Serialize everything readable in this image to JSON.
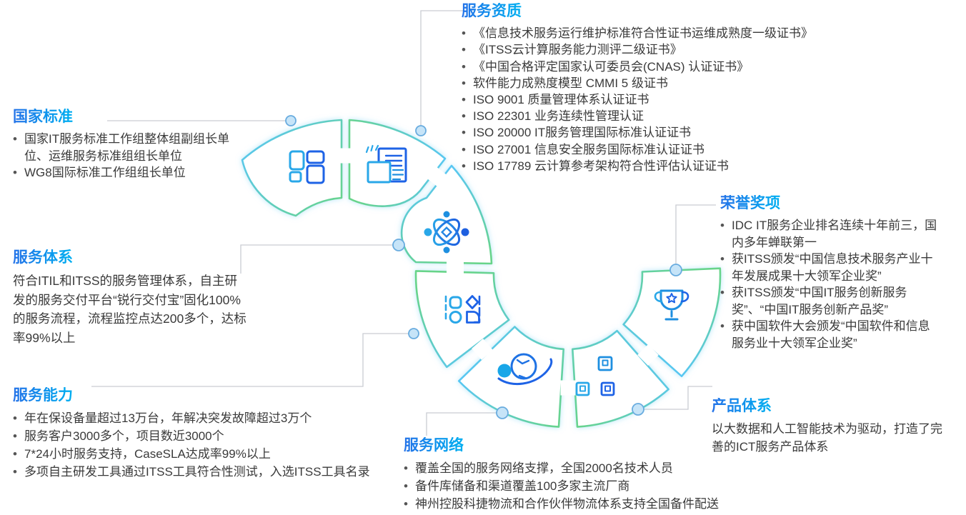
{
  "bullet_char": "•",
  "colors": {
    "accent_blue": "#0C9BE8",
    "heading_gradient_start": "#2472E8",
    "heading_gradient_end": "#00ACF0",
    "body_text": "#3A3A3A",
    "wedge_cyan": "#58C7F3",
    "wedge_green": "#68D489",
    "icon_cyan": "#29A7E8",
    "icon_blue": "#1E63E6",
    "connector_gray": "#C9CCD2",
    "dot_fill": "#C6E4F8",
    "dot_stroke": "#69ACDF"
  },
  "sections": {
    "service_qualifications": {
      "title": "服务资质",
      "items": [
        "《信息技术服务运行维护标准符合性证书运维成熟度一级证书》",
        "《ITSS云计算服务能力测评二级证书》",
        "《中国合格评定国家认可委员会(CNAS) 认证证书》",
        "软件能力成熟度模型 CMMI 5 级证书",
        "ISO 9001 质量管理体系认证证书",
        "ISO 22301 业务连续性管理认证",
        "ISO 20000 IT服务管理国际标准认证证书",
        "ISO 27001 信息安全服务国际标准认证证书",
        "ISO 17789 云计算参考架构符合性评估认证证书"
      ]
    },
    "national_standards": {
      "title": "国家标准",
      "items": [
        "国家IT服务标准工作组整体组副组长单位、运维服务标准组组长单位",
        "WG8国际标准工作组组长单位"
      ]
    },
    "service_system": {
      "title": "服务体系",
      "paragraph": "符合ITIL和ITSS的服务管理体系，自主研发的服务交付平台“锐行交付宝”固化100%的服务流程，流程监控点达200多个，达标率99%以上"
    },
    "service_capability": {
      "title": "服务能力",
      "items": [
        "年在保设备量超过13万台，年解决突发故障超过3万个",
        "服务客户3000多个，项目数近3000个",
        "7*24小时服务支持，CaseSLA达成率99%以上",
        "多项自主研发工具通过ITSS工具符合性测试，入选ITSS工具名录"
      ]
    },
    "service_network": {
      "title": "服务网络",
      "items": [
        "覆盖全国的服务网络支撑，全国2000名技术人员",
        "备件库储备和渠道覆盖100多家主流厂商",
        "神州控股科捷物流和合作伙伴物流体系支持全国备件配送"
      ]
    },
    "honors_awards": {
      "title": "荣誉奖项",
      "items": [
        "IDC IT服务企业排名连续十年前三，国内多年蝉联第一",
        "获ITSS颁发“中国信息技术服务产业十年发展成果十大领军企业奖”",
        "获ITSS颁发“中国IT服务创新服务奖”、“中国IT服务创新产品奖”",
        "获中国软件大会颁发“中国软件和信息服务业十大领军企业奖”"
      ]
    },
    "product_system": {
      "title": "产品体系",
      "paragraph": "以大数据和人工智能技术为驱动，打造了完善的ICT服务产品体系"
    }
  },
  "wheel": {
    "segments": [
      {
        "icon": "layout-grid-icon",
        "section": "国家标准"
      },
      {
        "icon": "certificate-doc-icon",
        "section": "服务资质"
      },
      {
        "icon": "atom-icon",
        "section": "服务体系"
      },
      {
        "icon": "app-shapes-icon",
        "section": "服务能力"
      },
      {
        "icon": "globe-icon",
        "section": "服务网络"
      },
      {
        "icon": "cubes-icon",
        "section": "产品体系"
      },
      {
        "icon": "trophy-icon",
        "section": "荣誉奖项"
      }
    ]
  }
}
